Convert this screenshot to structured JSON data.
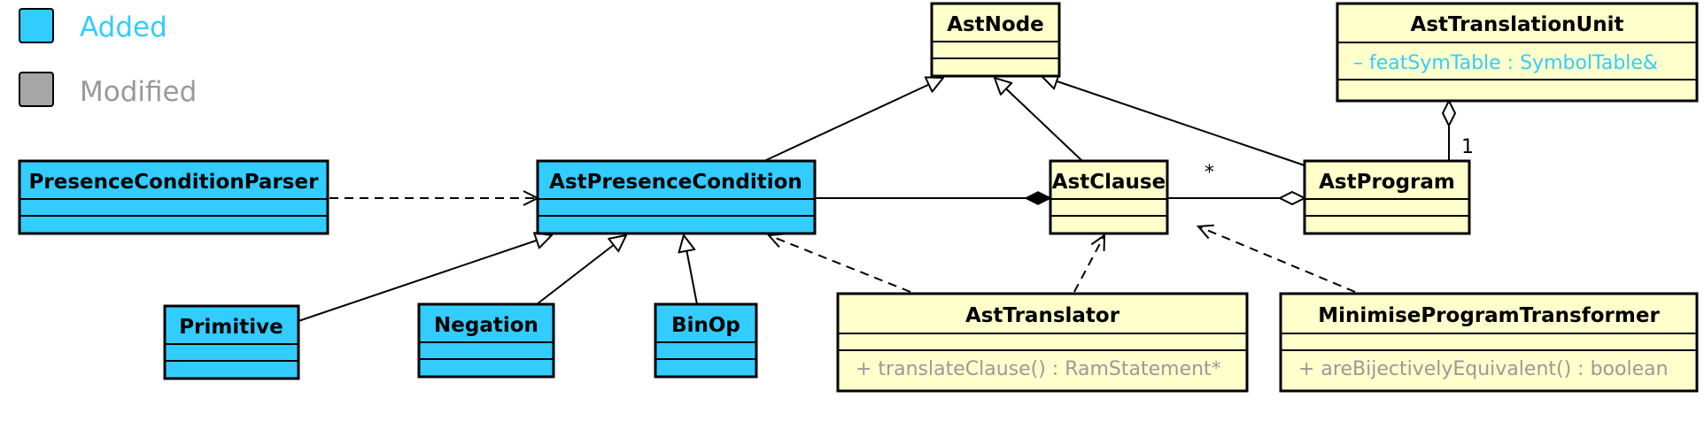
{
  "colors": {
    "added": "#33ccff",
    "modified": "#a6a6a6",
    "unchanged": "#ffffcc",
    "line": "#000000",
    "added_text": "#33ccff",
    "modified_text": "#999999"
  },
  "legend": {
    "added_label": "Added",
    "modified_label": "Modified"
  },
  "classes": {
    "ast_node": {
      "name": "AstNode"
    },
    "ast_translation_unit": {
      "name": "AstTranslationUnit",
      "member": "– featSymTable : SymbolTable&"
    },
    "presence_condition_parser": {
      "name": "PresenceConditionParser"
    },
    "ast_presence_condition": {
      "name": "AstPresenceCondition"
    },
    "ast_clause": {
      "name": "AstClause"
    },
    "ast_program": {
      "name": "AstProgram"
    },
    "primitive": {
      "name": "Primitive"
    },
    "negation": {
      "name": "Negation"
    },
    "bin_op": {
      "name": "BinOp"
    },
    "ast_translator": {
      "name": "AstTranslator",
      "member": "+ translateClause() : RamStatement*"
    },
    "minimise_program_transformer": {
      "name": "MinimiseProgramTransformer",
      "member": "+ areBijectivelyEquivalent() : boolean"
    }
  },
  "multiplicities": {
    "clause_to_program": "*",
    "program_to_unit": "1"
  }
}
